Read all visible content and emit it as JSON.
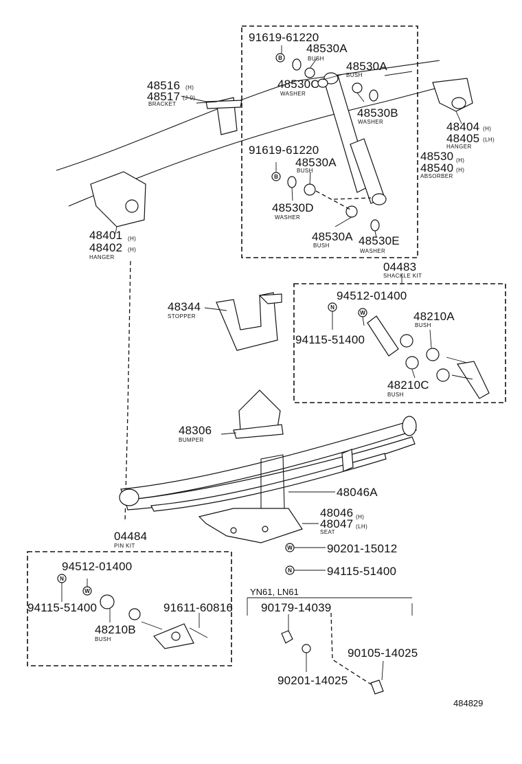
{
  "labels": {
    "p91619_top": "91619-61220",
    "p48530A_1": "48530A",
    "bush_1": "BUSH",
    "p48530A_2": "48530A",
    "bush_2": "BUSH",
    "p48530C": "48530C",
    "washer_C": "WASHER",
    "p48530B": "48530B",
    "washer_B": "WASHER",
    "p48516": "48516",
    "p48516_side": "(H)",
    "p48517": "48517",
    "p48517_side": "(J-0)",
    "bracket": "BRACKET",
    "p48404": "48404",
    "p48404_side": "(H)",
    "p48405": "48405",
    "p48405_side": "(LH)",
    "hanger_r": "HANGER",
    "p91619_mid": "91619-61220",
    "p48530A_3": "48530A",
    "bush_3": "BUSH",
    "p48530": "48530",
    "p48530_side": "(H)",
    "p48540": "48540",
    "p48540_side": "(H)",
    "absorber": "ABSORBER",
    "p48530D": "48530D",
    "washer_D": "WASHER",
    "p48401": "48401",
    "p48401_side": "(H)",
    "p48402": "48402",
    "p48402_side": "(H)",
    "hanger_l": "HANGER",
    "p48530A_4": "48530A",
    "bush_4": "BUSH",
    "p48530E": "48530E",
    "washer_E": "WASHER",
    "p04483": "04483",
    "shackle_kit": "SHACKLE KIT",
    "p94512_1": "94512-01400",
    "p48344": "48344",
    "stopper": "STOPPER",
    "p48210A": "48210A",
    "bush_5": "BUSH",
    "p94115_1": "94115-51400",
    "p48210C": "48210C",
    "bush_6": "BUSH",
    "p48306": "48306",
    "bumper": "BUMPER",
    "p48046A": "48046A",
    "p48046": "48046",
    "p48046_side": "(H)",
    "p48047": "48047",
    "p48047_side": "(LH)",
    "seat": "SEAT",
    "p04484": "04484",
    "pin_kit": "PIN KIT",
    "p90201_15012": "90201-15012",
    "p94512_2": "94512-01400",
    "p94115_2": "94115-51400",
    "p94115_3": "94115-51400",
    "p48210B": "48210B",
    "bush_7": "BUSH",
    "p91611": "91611-60816",
    "model_note": "YN61, LN61",
    "p90179": "90179-14039",
    "p90105": "90105-14025",
    "p90201_14025": "90201-14025",
    "diagram_id": "484829"
  },
  "symbols": {
    "bolt": "B",
    "washer": "W",
    "nut": "N"
  }
}
